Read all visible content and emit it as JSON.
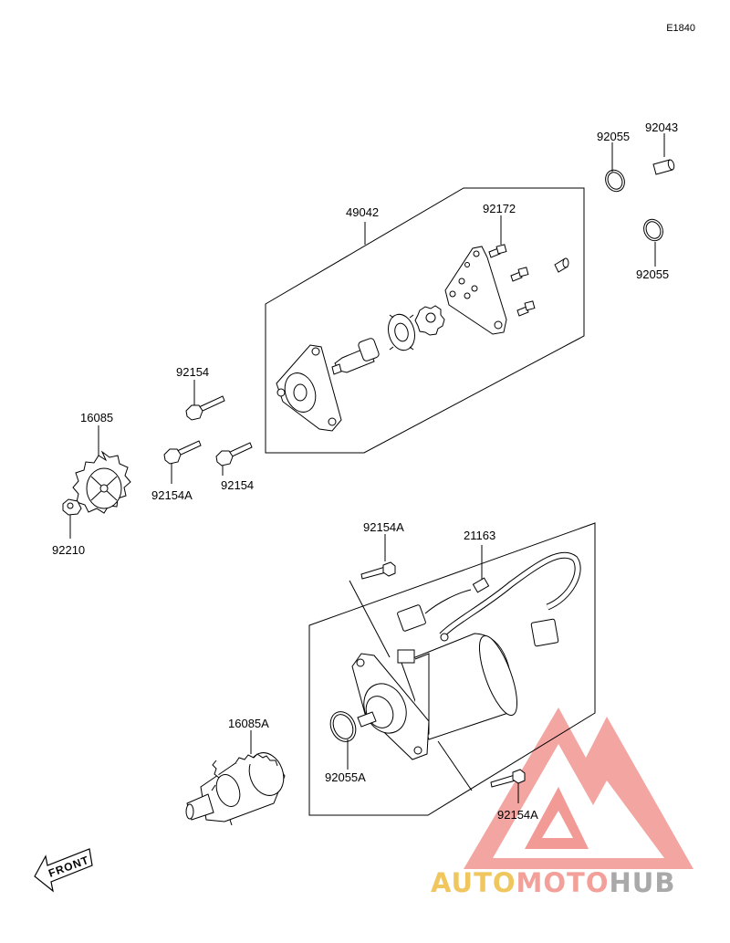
{
  "diagram_code": "E1840",
  "part_labels": {
    "p92055_top": "92055",
    "p92043": "92043",
    "p49042": "49042",
    "p92172": "92172",
    "p92055_mid": "92055",
    "p92154_a": "92154",
    "p16085": "16085",
    "p92154A_a": "92154A",
    "p92154_b": "92154",
    "p92210": "92210",
    "p92154A_b": "92154A",
    "p21163": "21163",
    "p16085A": "16085A",
    "p92055A": "92055A",
    "p92154A_c": "92154A"
  },
  "front_marker": "FRONT",
  "watermark": {
    "part1": "AUTO",
    "part2": "MOTO",
    "part3": "HUB",
    "colors": {
      "auto": "#f0c75e",
      "moto": "#f3a09a",
      "hub": "#a9a9a9",
      "logo": "#f08a84"
    }
  }
}
